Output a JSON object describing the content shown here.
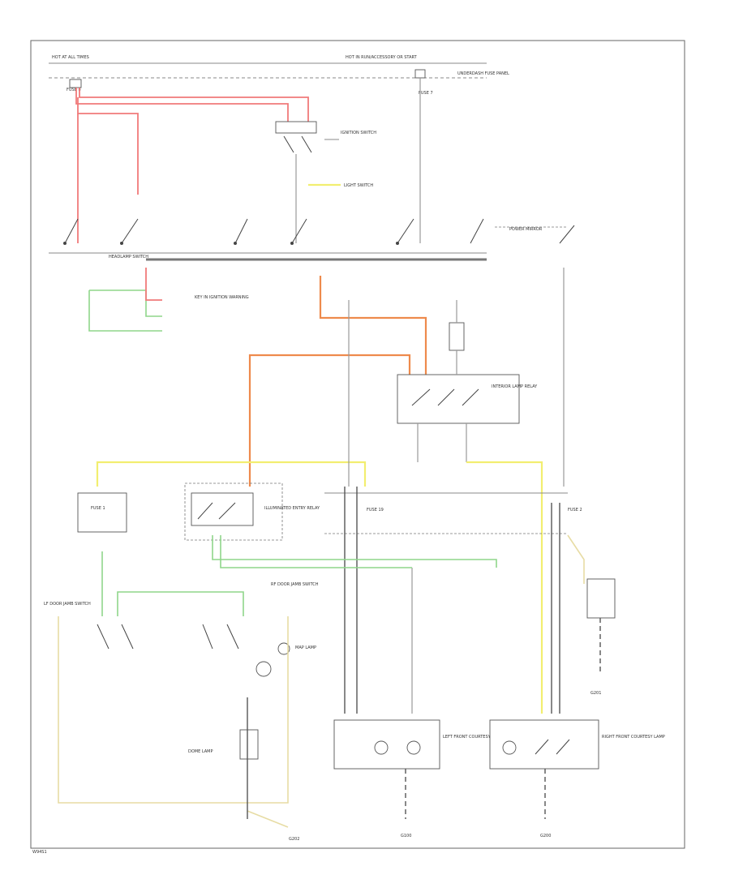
{
  "diagram": {
    "labels": {
      "hot_at_all_times": "HOT AT ALL TIMES",
      "hot_in_run": "HOT IN RUN/ACCESSORY OR START",
      "fuse_block": "UNDERDASH FUSE PANEL",
      "fuse_a": "FUSE 8",
      "fuse_b": "FUSE 7",
      "fuse_c": "FUSE 19",
      "switch_a": "IGNITION SWITCH",
      "switch_b": "LIGHT SWITCH",
      "headlamp_switch": "HEADLAMP SWITCH",
      "power_mirror": "POWER MIRROR",
      "illum_relay": "ILLUMINATED ENTRY RELAY",
      "interior_relay": "INTERIOR LAMP RELAY",
      "fuse_left": "FUSE 1",
      "fuse_right": "FUSE 2",
      "courtesy_left": "LEFT FRONT COURTESY LAMP",
      "courtesy_right": "RIGHT FRONT COURTESY LAMP",
      "dome_lamp": "DOME LAMP",
      "map_lamp": "MAP LAMP",
      "door_switch_l": "LF DOOR JAMB SWITCH",
      "door_switch_r": "RF DOOR JAMB SWITCH",
      "ground_g1": "G100",
      "ground_g2": "G200",
      "ground_g3": "G201",
      "ground_g4": "G202",
      "key_warning": "KEY IN IGNITION WARNING",
      "footnote": "W94S1"
    }
  },
  "colors": {
    "red": "#f07a7a",
    "orange": "#ee8a4c",
    "green": "#8fd68a",
    "yellow": "#f2ee70",
    "cream": "#e7dca4",
    "gray": "#9a9a9a"
  }
}
